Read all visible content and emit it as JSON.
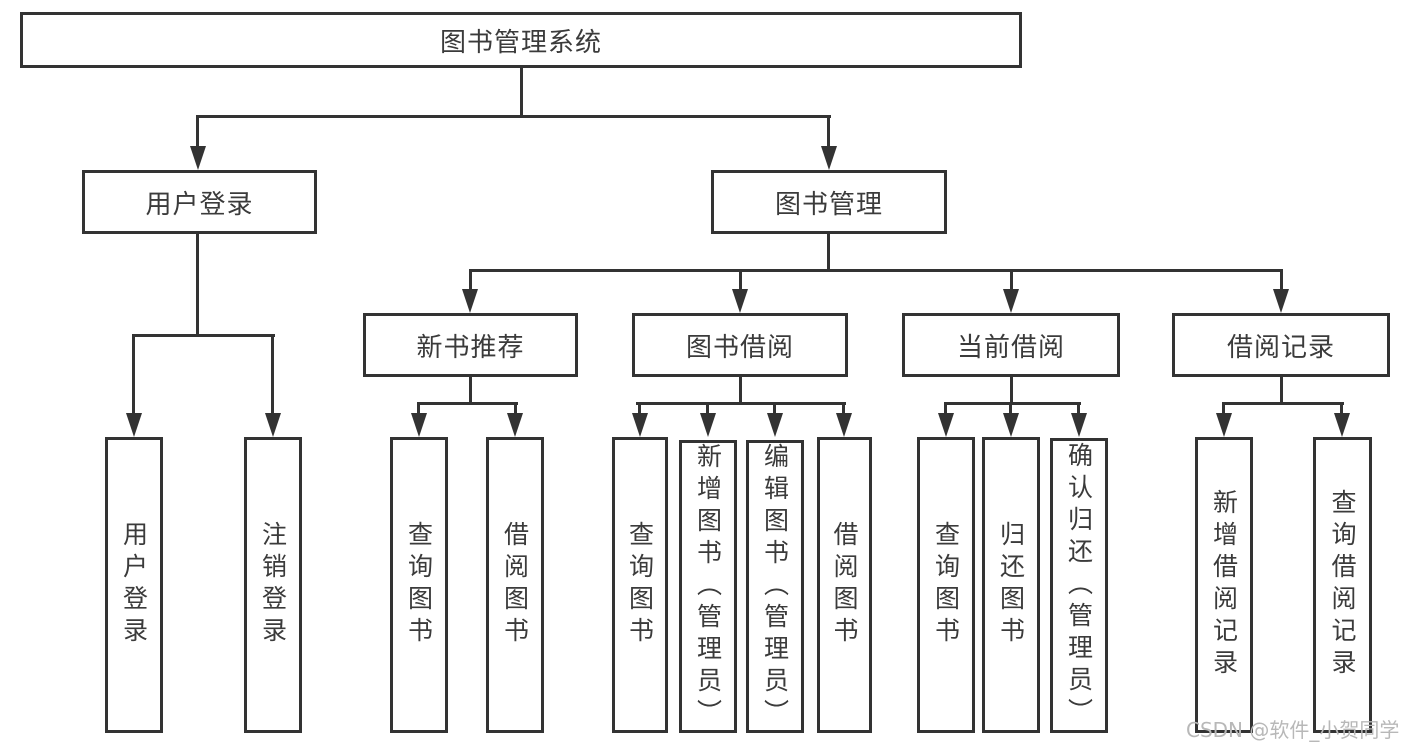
{
  "diagram": {
    "root": {
      "label": "图书管理系统"
    },
    "level2": [
      {
        "label": "用户登录",
        "children": [
          {
            "label": "用户登录"
          },
          {
            "label": "注销登录"
          }
        ]
      },
      {
        "label": "图书管理",
        "children": [
          {
            "label": "新书推荐",
            "children": [
              {
                "label": "查询图书"
              },
              {
                "label": "借阅图书"
              }
            ]
          },
          {
            "label": "图书借阅",
            "children": [
              {
                "label": "查询图书"
              },
              {
                "label": "新增图书（管理员）"
              },
              {
                "label": "编辑图书（管理员）"
              },
              {
                "label": "借阅图书"
              }
            ]
          },
          {
            "label": "当前借阅",
            "children": [
              {
                "label": "查询图书"
              },
              {
                "label": "归还图书"
              },
              {
                "label": "确认归还（管理员）"
              }
            ]
          },
          {
            "label": "借阅记录",
            "children": [
              {
                "label": "新增借阅记录"
              },
              {
                "label": "查询借阅记录"
              }
            ]
          }
        ]
      }
    ]
  },
  "watermark": {
    "text": "CSDN @软件_小贺同学"
  },
  "colors": {
    "line": "#333333",
    "text": "#3b3b3b",
    "watermark": "#b8b8b8",
    "background": "#ffffff"
  }
}
